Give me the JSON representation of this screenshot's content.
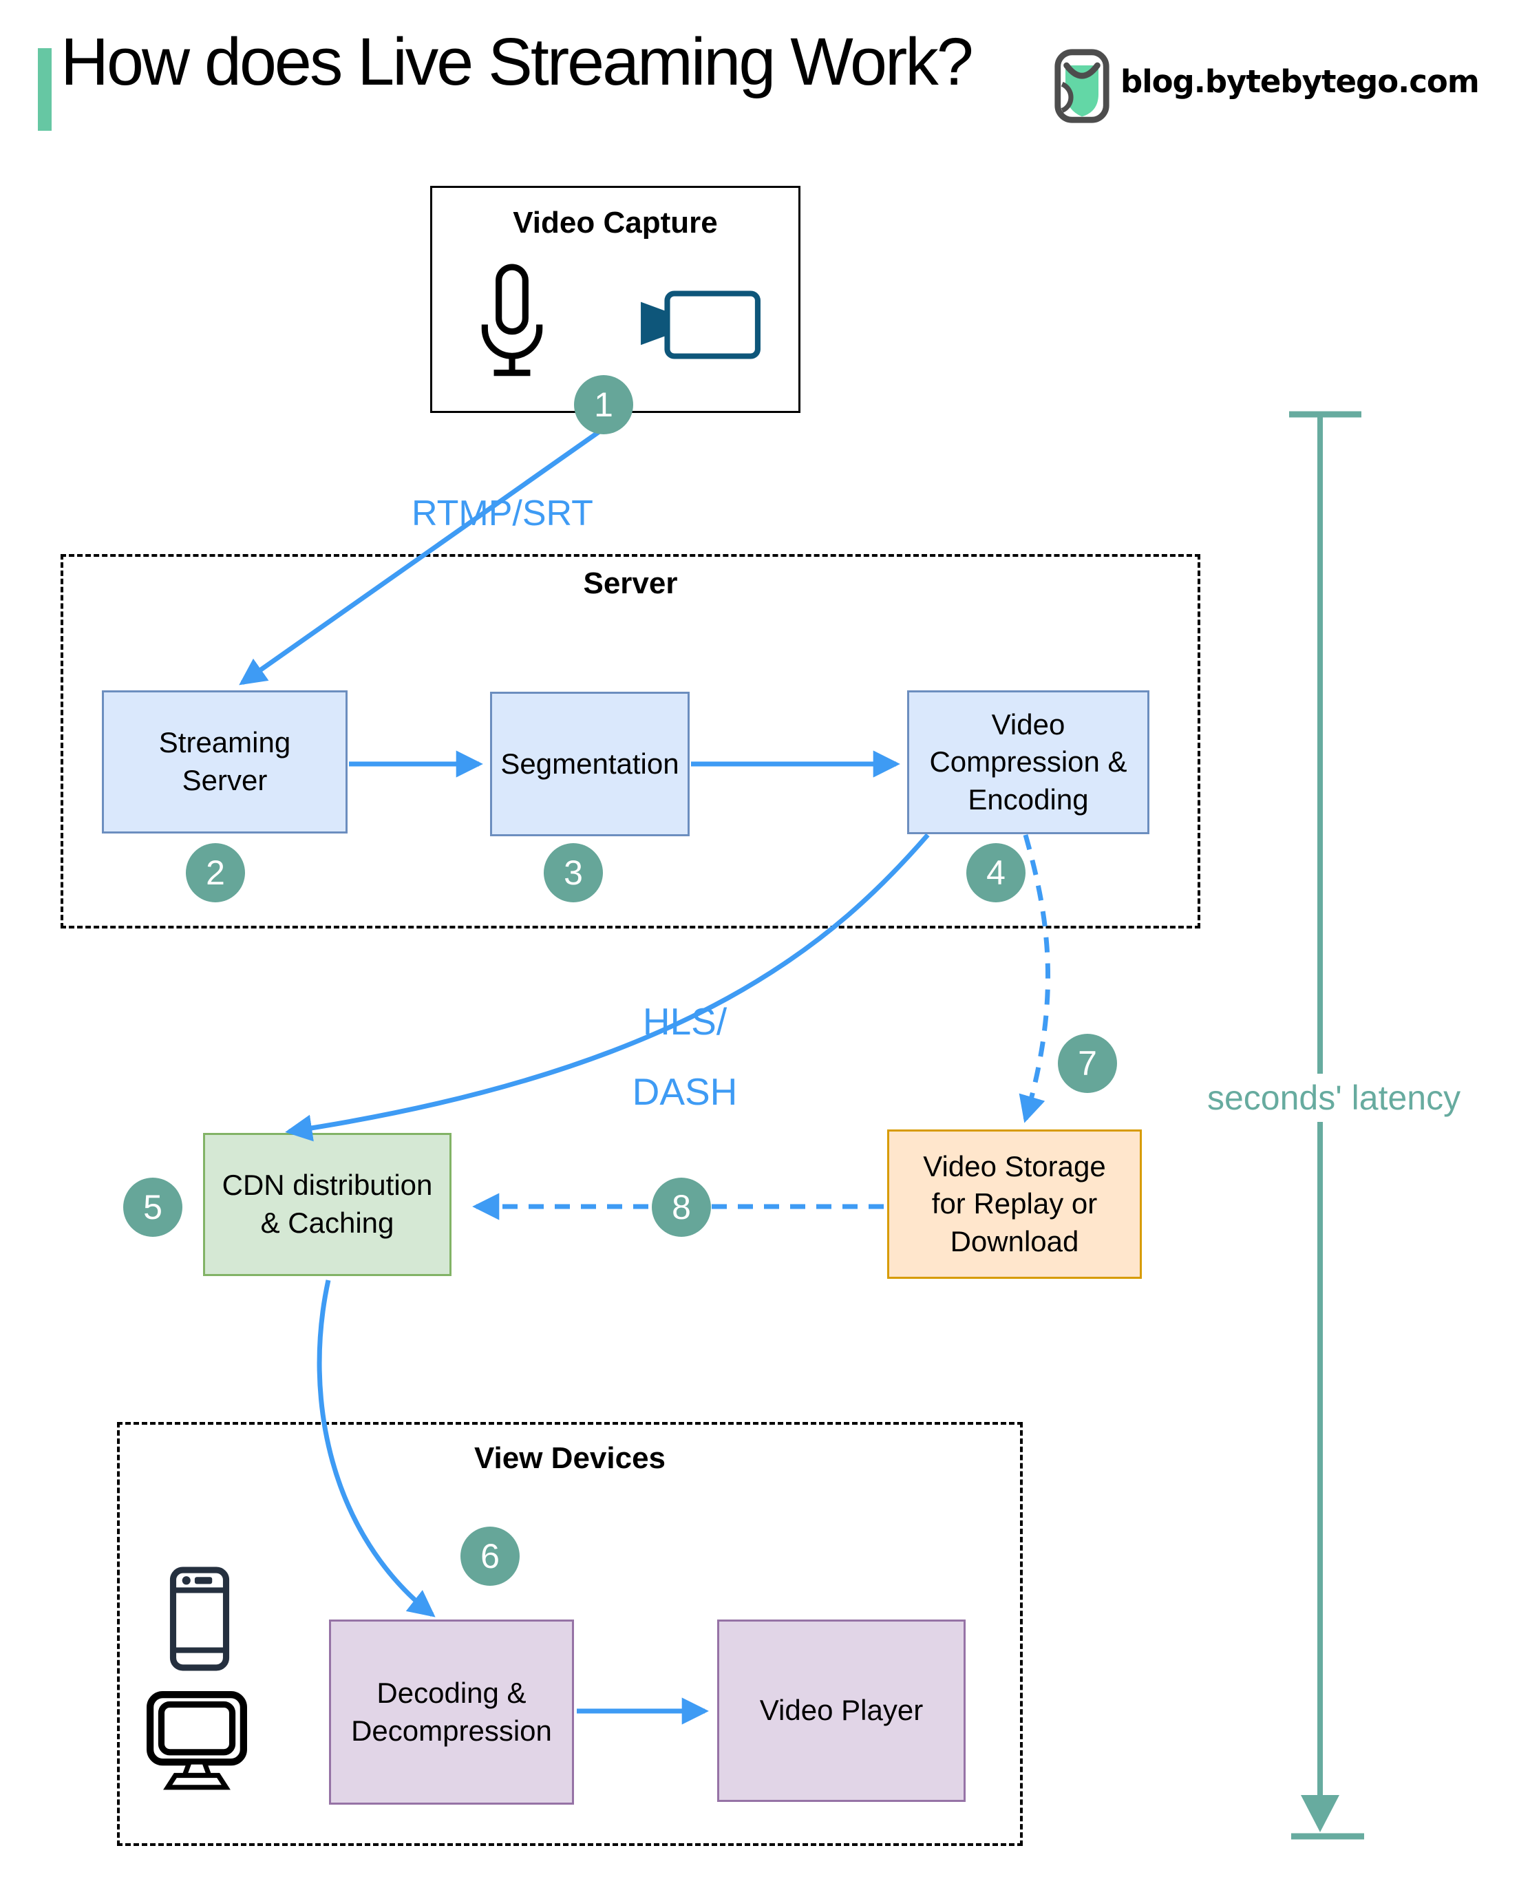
{
  "header": {
    "title": "How does Live Streaming Work?",
    "site": "blog.bytebytego.com"
  },
  "containers": {
    "server": {
      "label": "Server"
    },
    "view_devices": {
      "label": "View Devices"
    }
  },
  "nodes": {
    "video_capture": {
      "label": "Video Capture"
    },
    "streaming_server": {
      "lines": [
        "Streaming",
        "Server"
      ]
    },
    "segmentation": {
      "label": "Segmentation"
    },
    "compression": {
      "lines": [
        "Video",
        "Compression &",
        "Encoding"
      ]
    },
    "cdn": {
      "lines": [
        "CDN distribution",
        "& Caching"
      ]
    },
    "storage": {
      "lines": [
        "Video Storage",
        "for Replay or",
        "Download"
      ]
    },
    "decoding": {
      "lines": [
        "Decoding &",
        "Decompression"
      ]
    },
    "player": {
      "label": "Video Player"
    }
  },
  "edge_labels": {
    "rtmp": "RTMP/SRT",
    "hls": [
      "HLS/",
      "DASH"
    ],
    "latency": "seconds' latency"
  },
  "badges": [
    "1",
    "2",
    "3",
    "4",
    "5",
    "6",
    "7",
    "8"
  ],
  "icons": [
    "bytebytego-logo-icon",
    "microphone-icon",
    "video-camera-icon",
    "smartphone-icon",
    "monitor-icon"
  ],
  "colors": {
    "arrow_blue": "#3e9bf4",
    "latency_teal": "#67ab9f",
    "badge_teal": "#66a699",
    "accent_green": "#66c7a3",
    "box_blue_fill": "#dae8fc",
    "box_blue_border": "#6c8ebf",
    "box_green_fill": "#d5e8d4",
    "box_green_border": "#82b366",
    "box_orange_fill": "#ffe6cc",
    "box_orange_border": "#d79b00",
    "box_purple_fill": "#e1d5e7",
    "box_purple_border": "#9673a6"
  }
}
